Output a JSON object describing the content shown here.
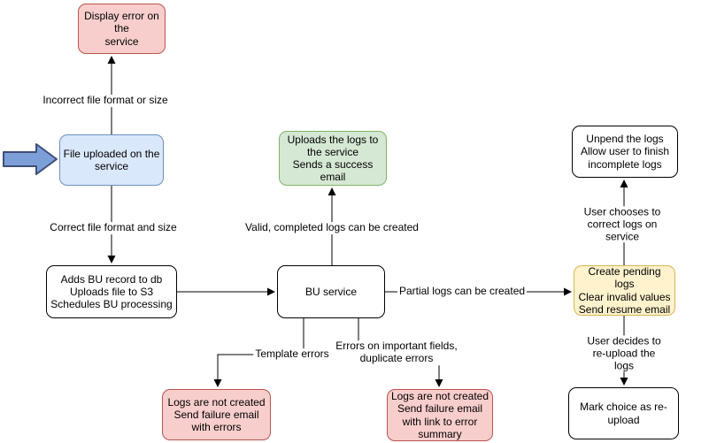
{
  "diagram": {
    "title": "BU file upload processing flowchart",
    "background_color": "#ffffff",
    "line_color": "#000000",
    "pointer": {
      "fill": "#7d9fd8",
      "stroke": "#3f4e78"
    },
    "nodes": [
      {
        "id": "display-error",
        "text": "Display error on the\nservice",
        "fill": "#f8cecc",
        "stroke": "#b85450"
      },
      {
        "id": "file-uploaded",
        "text": "File uploaded on the\nservice",
        "fill": "#dae8fc",
        "stroke": "#6c8ebf"
      },
      {
        "id": "adds-bu-record",
        "text": "Adds BU record to db\nUploads file to S3\nSchedules BU processing",
        "fill": "#ffffff",
        "stroke": "#000000"
      },
      {
        "id": "uploads-logs",
        "text": "Uploads the logs to\nthe service\nSends a success\nemail",
        "fill": "#d5e8d4",
        "stroke": "#82b366"
      },
      {
        "id": "bu-service",
        "text": "BU service",
        "fill": "#ffffff",
        "stroke": "#000000"
      },
      {
        "id": "create-pending-logs",
        "text": "Create pending logs\nClear invalid values\nSend resume email",
        "fill": "#fff2cc",
        "stroke": "#d6b656"
      },
      {
        "id": "unpend-logs",
        "text": "Unpend the logs\nAllow user to finish\nincomplete logs",
        "fill": "#ffffff",
        "stroke": "#000000"
      },
      {
        "id": "mark-choice-reupload",
        "text": "Mark choice as re-\nupload",
        "fill": "#ffffff",
        "stroke": "#000000"
      },
      {
        "id": "logs-failure-errors",
        "text": "Logs are not created\nSend failure email\nwith errors",
        "fill": "#f8cecc",
        "stroke": "#b85450"
      },
      {
        "id": "logs-failure-summary",
        "text": "Logs are not created\nSend failure email\nwith link to error\nsummary",
        "fill": "#f8cecc",
        "stroke": "#b85450"
      }
    ],
    "edge_labels": [
      {
        "id": "incorrect-format",
        "text": "Incorrect file format or size"
      },
      {
        "id": "correct-format",
        "text": "Correct file format and size"
      },
      {
        "id": "valid-completed",
        "text": "Valid, completed logs can be created"
      },
      {
        "id": "partial-logs",
        "text": "Partial logs can be created"
      },
      {
        "id": "template-errors",
        "text": "Template errors"
      },
      {
        "id": "errors-important",
        "text": "Errors on important fields,\nduplicate errors"
      },
      {
        "id": "user-chooses",
        "text": "User chooses to correct logs on service"
      },
      {
        "id": "user-decides",
        "text": "User decides to re-upload the logs"
      }
    ]
  }
}
